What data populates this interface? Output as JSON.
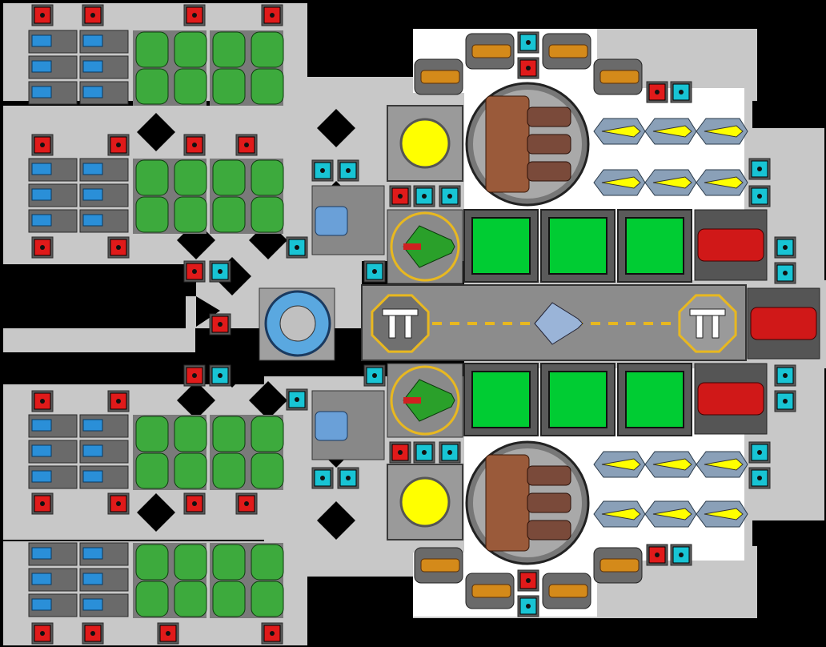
{
  "view": {
    "title": "",
    "background": "#000000",
    "hull_color": "#c8c8c8",
    "interior_color": "#ffffff"
  },
  "palette": {
    "port_red": "#e01a1a",
    "port_cyan": "#18c4d4",
    "battery_blue": "#2a8fd8",
    "tank_green": "#3daa3d",
    "reactor_yellow": "#ffff00",
    "cargo_green": "#00cc33",
    "runway_gray": "#8c8c8c",
    "marker_gold": "#e8b820",
    "cannon_red": "#d01818",
    "thruster_blue": "#6aa0d8",
    "brown_hull": "#9a5a3a"
  },
  "modules": {
    "fuel_tank_banks": 4,
    "reactor_cores": 2,
    "cargo_bays": 6,
    "missile_launchers": 12,
    "auto_turrets": 12,
    "heavy_cannons": 3,
    "engines": 2,
    "hangar_pads": 2,
    "docked_fighters": 3,
    "shield_dome": 1
  },
  "icons": {
    "port_red": "red-connector-icon",
    "port_cyan": "cyan-connector-icon",
    "hangar_pad": "pi-landing-pad-icon",
    "fighter": "fighter-ship-icon"
  }
}
